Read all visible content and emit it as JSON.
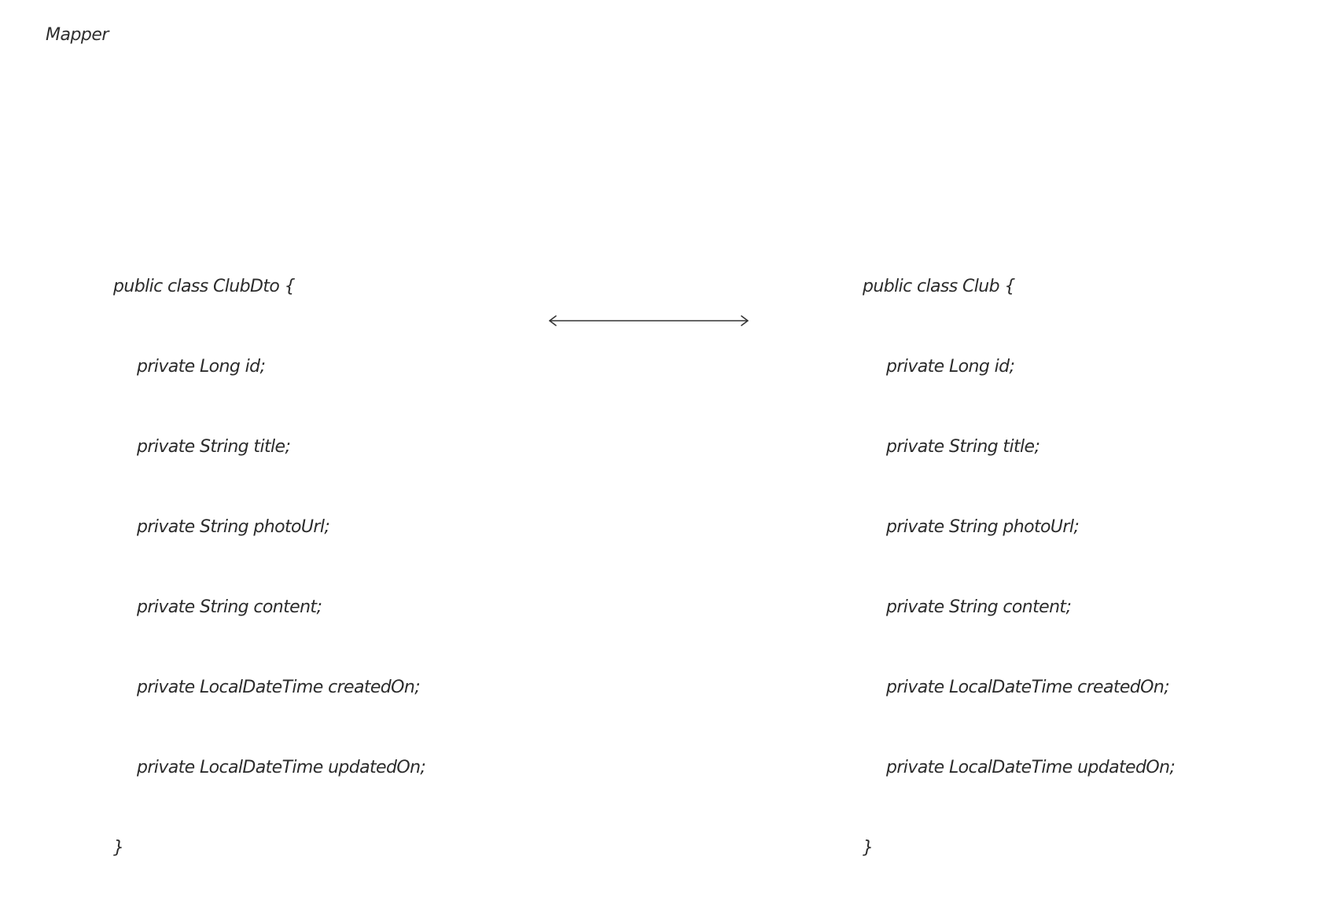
{
  "title": "Mapper",
  "left_class": {
    "header": "public class ClubDto {",
    "fields": [
      "private Long id;",
      "private String title;",
      "private String photoUrl;",
      "private String content;",
      "private LocalDateTime createdOn;",
      "private LocalDateTime updatedOn;"
    ],
    "closing": "}"
  },
  "right_class": {
    "header": "public class Club {",
    "fields": [
      "private Long id;",
      "private String title;",
      "private String photoUrl;",
      "private String content;",
      "private LocalDateTime createdOn;",
      "private LocalDateTime updatedOn;"
    ],
    "closing": "}"
  },
  "arrow": {
    "icon": "double-headed-arrow-icon",
    "color": "#333333"
  }
}
